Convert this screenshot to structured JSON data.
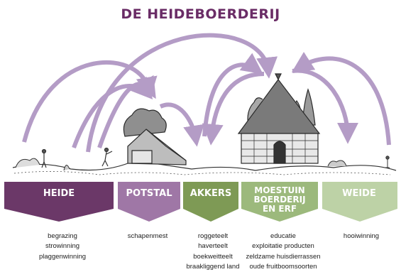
{
  "title": "DE HEIDEBOERDERIJ",
  "colors": {
    "arrow": "#b49cc6",
    "heide": "#6b3868",
    "potstal": "#9f77a6",
    "akkers": "#7e9a55",
    "moestuin": "#9cb97c",
    "weide": "#bdd2a6",
    "title": "#6a2c66"
  },
  "sections": [
    {
      "label": "HEIDE",
      "items": [
        "begrazing",
        "strowinning",
        "plaggenwinning"
      ]
    },
    {
      "label": "POTSTAL",
      "items": [
        "schapenmest"
      ]
    },
    {
      "label": "AKKERS",
      "items": [
        "roggeteelt",
        "haverteelt",
        "boekweitteelt",
        "braakliggend land"
      ]
    },
    {
      "label": "MOESTUIN BOERDERIJ EN ERF",
      "label_lines": [
        "MOESTUIN",
        "BOERDERIJ",
        "EN ERF"
      ],
      "items": [
        "educatie",
        "exploitatie producten",
        "zeldzame huisdierrassen",
        "oude fruitboomsoorten"
      ]
    },
    {
      "label": "WEIDE",
      "items": [
        "hooiwinning"
      ]
    }
  ]
}
